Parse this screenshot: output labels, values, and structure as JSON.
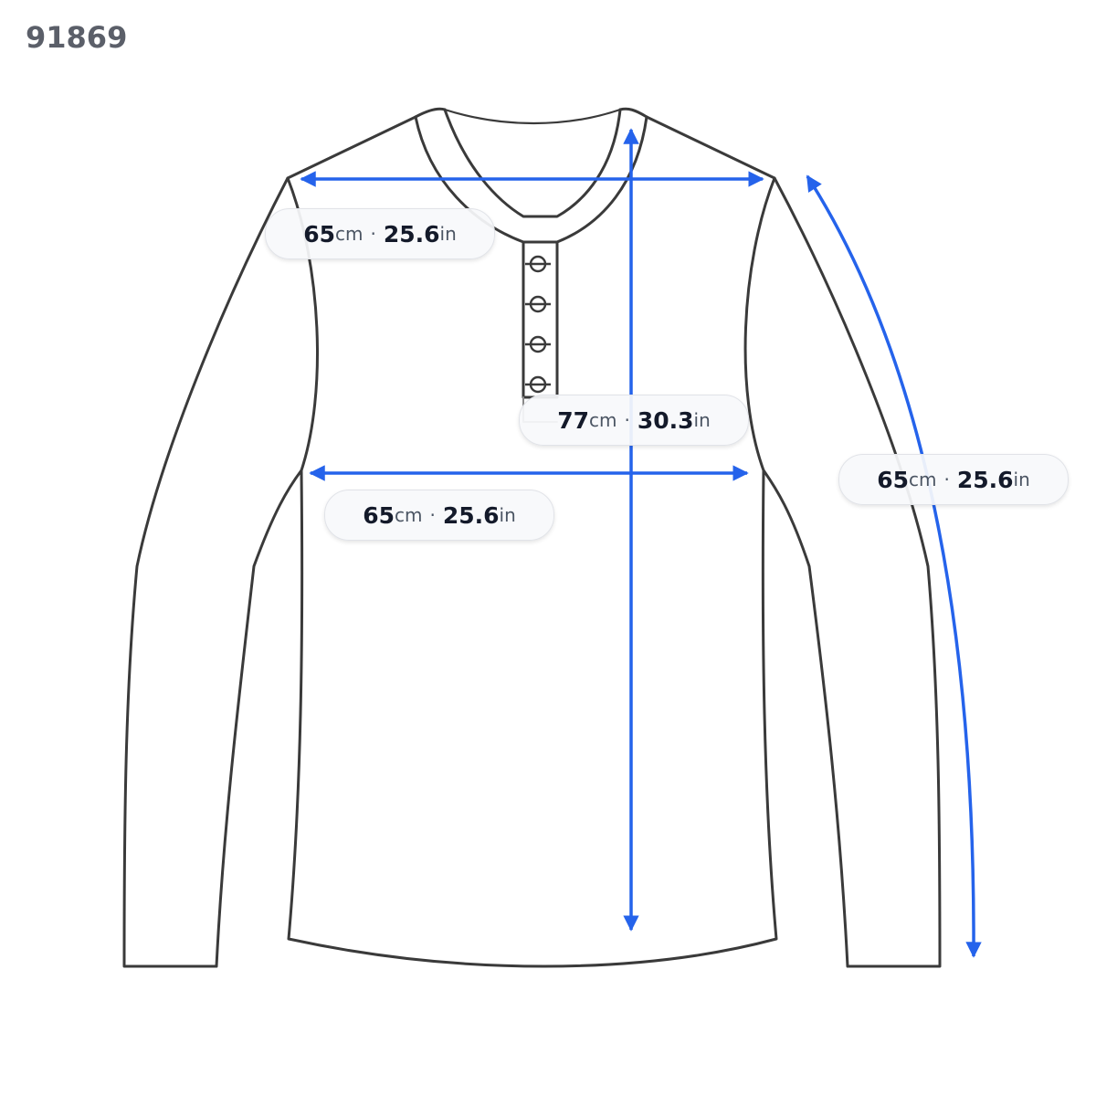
{
  "product_id": "91869",
  "accent_color": "#2563eb",
  "outline_color": "#3a3a3a",
  "measurements": {
    "shoulder": {
      "cm": "65",
      "cm_unit": "cm",
      "sep": "·",
      "in": "25.6",
      "in_unit": "in"
    },
    "length": {
      "cm": "77",
      "cm_unit": "cm",
      "sep": "·",
      "in": "30.3",
      "in_unit": "in"
    },
    "chest": {
      "cm": "65",
      "cm_unit": "cm",
      "sep": "·",
      "in": "25.6",
      "in_unit": "in"
    },
    "sleeve": {
      "cm": "65",
      "cm_unit": "cm",
      "sep": "·",
      "in": "25.6",
      "in_unit": "in"
    }
  }
}
